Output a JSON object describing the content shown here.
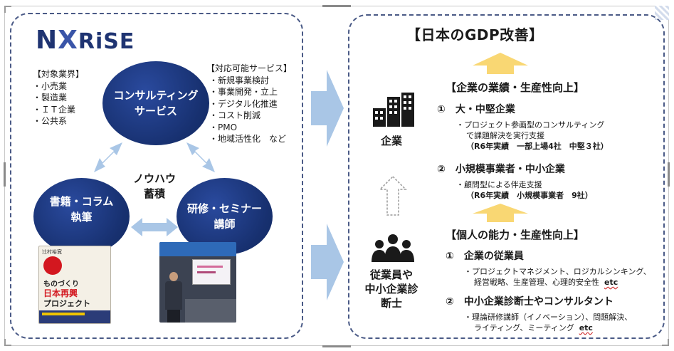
{
  "logo": {
    "text_n": "N",
    "text_x": "X",
    "text_rise": "RiSE"
  },
  "industries": {
    "heading": "【対象業界】",
    "items": [
      "小売業",
      "製造業",
      "ＩＴ企業",
      "公共系"
    ]
  },
  "services": {
    "heading": "【対応可能サービス】",
    "items": [
      "新規事業検討",
      "事業開発・立上",
      "デジタル化推進",
      "コスト削減",
      "PMO",
      "地域活性化　など"
    ]
  },
  "circles": {
    "consulting": [
      "コンサルティング",
      "サービス"
    ],
    "books": [
      "書籍・コラム",
      "執筆"
    ],
    "training": [
      "研修・セミナー",
      "講師"
    ]
  },
  "center_label": [
    "ノウハウ",
    "蓄積"
  ],
  "book_cover": {
    "author": "辻村裕寛",
    "title_line1": "ものづくり",
    "title_line2": "日本再興",
    "title_line3": "プロジェクト"
  },
  "right": {
    "title": "【日本のGDP改善】",
    "corporate_section": "【企業の業績・生産性向上】",
    "corporate_actor": "企業",
    "sub1": "①　大・中堅企業",
    "detail1": [
      "プロジェクト参画型のコンサルティング",
      "で課題解決を実行支援",
      "（R6年実績　一部上場4社　中堅３社）"
    ],
    "sub2": "②　小規模事業者・中小企業",
    "detail2": [
      "顧問型による伴走支援",
      "（R6年実績　小規模事業者　9社）"
    ],
    "individual_section": "【個人の能力・生産性向上】",
    "people_actor": [
      "従業員や",
      "中小企業診",
      "断士"
    ],
    "sub3": "①　企業の従業員",
    "detail3": [
      "プロジェクトマネジメント、ロジカルシンキング、",
      "経営戦略、生産管理、心理的安全性",
      "etc"
    ],
    "sub4": "②　中小企業診断士やコンサルタント",
    "detail4": [
      "理論研修講師（イノベーション）、問題解決、",
      "ライティング、ミーティング",
      "etc"
    ]
  },
  "colors": {
    "navy": "#17306f",
    "arrow_light_blue": "#a9c6e6",
    "arrow_yellow": "#f9d773",
    "panel_border": "#4a5a86"
  },
  "icons": [
    "building-icon",
    "people-group-icon",
    "up-arrow-icon",
    "right-arrow-icon",
    "double-arrow-icon"
  ]
}
